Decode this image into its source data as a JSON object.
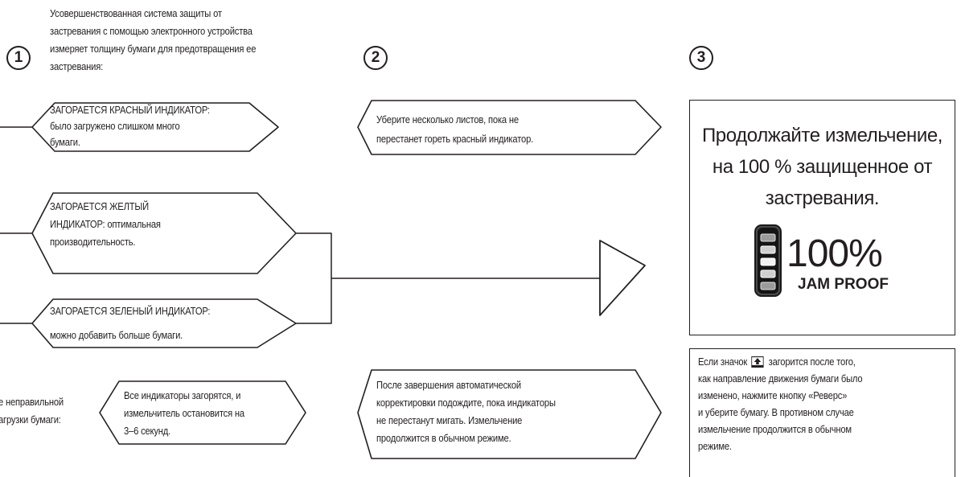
{
  "intro": {
    "lines": [
      "Усовершенствованная система защиты от",
      "застревания с помощью электронного устройства",
      "измеряет толщину бумаги для предотвращения ее",
      "застревания:"
    ]
  },
  "steps": [
    "1",
    "2",
    "3"
  ],
  "indicators": {
    "red": [
      "ЗАГОРАЕТСЯ КРАСНЫЙ ИНДИКАТОР:",
      "было загружено слишком много",
      "бумаги."
    ],
    "yellow": [
      "ЗАГОРАЕТСЯ ЖЕЛТЫЙ",
      "ИНДИКАТОР: оптимальная",
      "производительность."
    ],
    "green": [
      "ЗАГОРАЕТСЯ ЗЕЛЕНЫЙ ИНДИКАТОР:",
      "можно добавить больше бумаги."
    ]
  },
  "step2": {
    "red_action": [
      "Уберите несколько листов, пока не",
      "перестанет гореть красный индикатор."
    ],
    "misload_action": [
      "После завершения автоматической",
      "корректировки подождите, пока индикаторы",
      "не перестанут мигать. Измельчение",
      "продолжится в обычном режиме."
    ]
  },
  "misload": {
    "label": [
      "е неправильной",
      "агрузки бумаги:"
    ],
    "result": [
      "Все индикаторы загорятся, и",
      "измельчитель остановится на",
      "3–6 секунд."
    ]
  },
  "result": {
    "title": [
      "Продолжайте измельчение,",
      "на 100 % защищенное от",
      "застревания."
    ],
    "badge_percent": "100%",
    "badge_label": "JAM PROOF"
  },
  "note": {
    "line1_before": "Если значок",
    "line1_after": "загорится после того,",
    "lines": [
      "как направление движения бумаги было",
      "изменено, нажмите кнопку «Реверс»",
      "и уберите бумагу. В противном случае",
      "измельчение продолжится в обычном",
      "режиме."
    ],
    "icon": "reverse-arrow-icon"
  }
}
